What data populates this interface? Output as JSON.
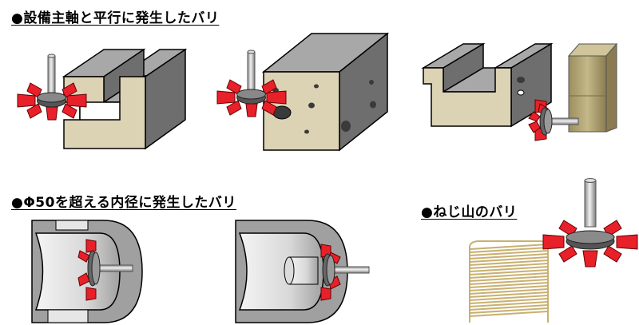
{
  "headings": {
    "main_axis": "●設備主軸と平行に発生したバリ",
    "large_bore": "●Φ50を超える内径に発生したバリ",
    "thread": "●ねじ山のバリ"
  },
  "colors": {
    "tool_red": "#e8202a",
    "tool_hub": "#555555",
    "shaft": "#b0b0b0",
    "block_face": "#dcd2b4",
    "block_top": "#a8a8a8",
    "block_side": "#6e6e6e",
    "fixture": "#b8aa7a",
    "thread_line": "#c8b070"
  }
}
